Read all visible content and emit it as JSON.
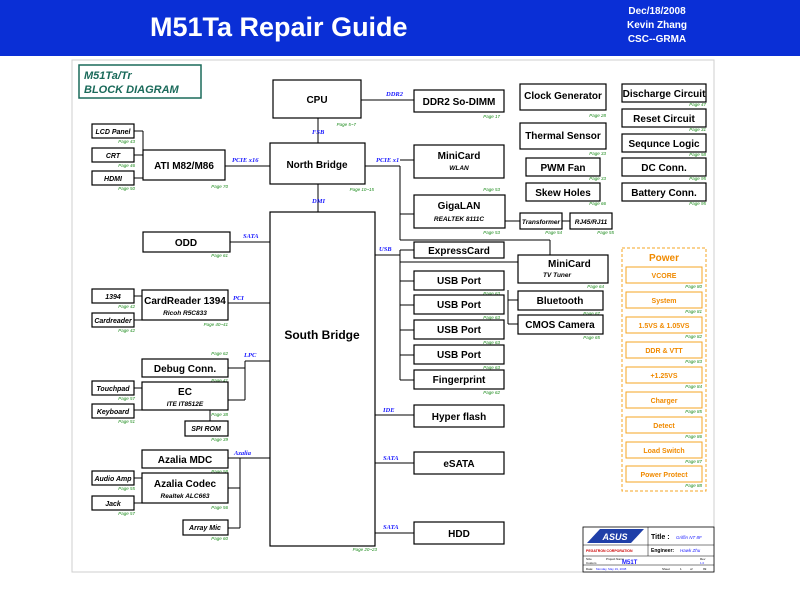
{
  "header": {
    "title": "M51Ta Repair Guide",
    "date": "Dec/18/2008",
    "author": "Kevin Zhang",
    "dept": "CSC--GRMA"
  },
  "diagram_title": {
    "line1": "M51Ta/Tr",
    "line2": "BLOCK DIAGRAM"
  },
  "blocks": {
    "cpu": "CPU",
    "north_bridge": "North Bridge",
    "south_bridge": "South Bridge",
    "ddr2": "DDR2 So-DIMM",
    "ati": "ATI M82/M86",
    "lcd": "LCD Panel",
    "crt": "CRT",
    "hdmi": "HDMI",
    "minicard_wlan": "MiniCard",
    "wlan": "WLAN",
    "gigalan": "GigaLAN",
    "gigalan_chip": "REALTEK 8111C",
    "transformer": "Transformer",
    "rj45": "RJ45/RJ11",
    "expresscard": "ExpressCard",
    "odd": "ODD",
    "minicard_tv": "MiniCard",
    "tv_tuner": "TV Tuner",
    "usb1": "USB Port",
    "usb2": "USB Port",
    "usb3": "USB Port",
    "usb4": "USB Port",
    "bluetooth": "Bluetooth",
    "cmos": "CMOS Camera",
    "fingerprint": "Fingerprint",
    "cardreader": "CardReader 1394",
    "cardreader_chip": "Ricoh R5C833",
    "port1394": "1394",
    "cardreader_slot": "Cardreader",
    "debug": "Debug Conn.",
    "ec": "EC",
    "ec_chip": "ITE IT8512E",
    "spirom": "SPI ROM",
    "touchpad": "Touchpad",
    "keyboard": "Keyboard",
    "azalia_mdc": "Azalia MDC",
    "azalia_codec": "Azalia Codec",
    "codec_chip": "Realtek ALC663",
    "audio_amp": "Audio Amp",
    "jack": "Jack",
    "array_mic": "Array Mic",
    "hyperflash": "Hyper flash",
    "esata": "eSATA",
    "hdd": "HDD",
    "clock": "Clock Generator",
    "discharge": "Discharge Circuit",
    "reset": "Reset Circuit",
    "thermal": "Thermal Sensor",
    "sequence": "Sequnce Logic",
    "pwm": "PWM Fan",
    "dc": "DC Conn.",
    "skew": "Skew Holes",
    "battery": "Battery Conn."
  },
  "buses": {
    "ddr2": "DDR2",
    "fsb": "FSB",
    "pcie16": "PCIE x16",
    "pcie1": "PCIE x1",
    "dmi": "DMI",
    "sata_odd": "SATA",
    "usb": "USB",
    "pci": "PCI",
    "lpc": "LPC",
    "ide": "IDE",
    "sata_esata": "SATA",
    "azalia": "Azalia",
    "sata_hdd": "SATA"
  },
  "pages": {
    "cpu": "Page 5~7",
    "nb": "Page 10~15",
    "sb": "Page 20~23",
    "ddr2": "Page 17",
    "lcd": "Page 43",
    "crt": "Page 46",
    "hdmi": "Page 50",
    "ati": "Page 70",
    "wlan": "Page 53",
    "gigalan": "Page 53",
    "transformer": "Page 54",
    "rj45": "Page 55",
    "odd": "Page 61",
    "minicard_tv": "Page 64",
    "usb1": "Page 63",
    "usb2": "Page 63",
    "usb3": "Page 63",
    "usb4": "Page 63",
    "bluetooth": "Page 67",
    "cmos": "Page 65",
    "fingerprint": "Page 62",
    "p1394": "Page 42",
    "cardslot": "Page 42",
    "cardreader": "Page 40~41",
    "debug": "Page 62",
    "ec_top": "Page 41",
    "touchpad": "Page 57",
    "keyboard": "Page 51",
    "ec": "Page 38",
    "spirom": "Page 39",
    "azalia_mdc": "Page 58",
    "audio_amp": "Page 55",
    "jack": "Page 57",
    "codec": "Page 56",
    "array_mic": "Page 60",
    "clock": "Page 28",
    "discharge": "Page 47",
    "reset": "Page 31",
    "thermal": "Page 33",
    "sequence": "Page 58",
    "pwm": "Page 33",
    "dc": "Page 95",
    "skew": "Page 66",
    "battery": "Page 95"
  },
  "power": {
    "title": "Power",
    "items": [
      {
        "label": "VCORE",
        "page": "Page 80"
      },
      {
        "label": "System",
        "page": "Page 81"
      },
      {
        "label": "1.5VS & 1.05VS",
        "page": "Page 82"
      },
      {
        "label": "DDR & VTT",
        "page": "Page 83"
      },
      {
        "label": "+1.25VS",
        "page": "Page 84"
      },
      {
        "label": "Charger",
        "page": "Page 85"
      },
      {
        "label": "Detect",
        "page": "Page 86"
      },
      {
        "label": "Load Switch",
        "page": "Page 87"
      },
      {
        "label": "Power Protect",
        "page": "Page 88"
      }
    ]
  },
  "title_block": {
    "logo": "ASUS",
    "title_label": "Title :",
    "title_value": "Griffin NT 8F",
    "company": "PEGATRON CORPORATION",
    "engineer_label": "Engineer:",
    "engineer_value": "Hawk Zhu",
    "size_label": "Size",
    "size_value": "Custom",
    "project_label": "Project Name",
    "project_value": "M51T",
    "rev_label": "Rev",
    "rev_value": "1.0",
    "date_label": "Date:",
    "date_value": "Monday, May 19, 2008",
    "sheet_label": "Sheet",
    "sheet_value": "1",
    "of_label": "of",
    "of_value": "99"
  },
  "colors": {
    "header_bg": "#0a2fd6",
    "bus": "#1a1aff",
    "page_ref": "#1a8a1a",
    "power": "#f08a00",
    "title_box": "#1a6a5a"
  }
}
